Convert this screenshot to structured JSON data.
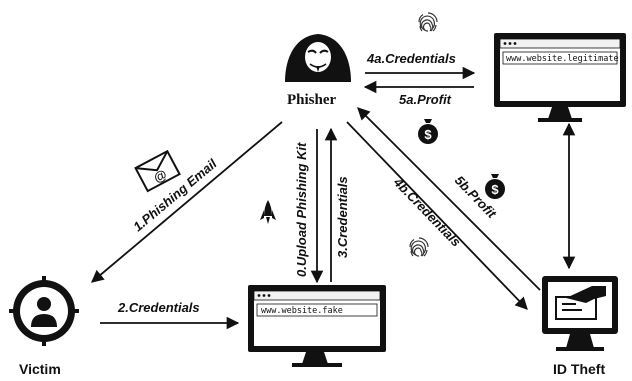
{
  "nodes": {
    "phisher": "Phisher",
    "victim": "Victim",
    "id_theft": "ID Theft",
    "fake_site_url": "www.website.fake",
    "legit_site_url": "www.website.legitimate"
  },
  "edges": {
    "phishing_email": "1.Phishing Email",
    "victim_credentials": "2.Credentials",
    "upload_kit": "0.Upload Phishing Kit",
    "fake_credentials": "3.Credentials",
    "legit_credentials": "4a.Credentials",
    "legit_profit": "5a.Profit",
    "idtheft_credentials": "4b.Credentials",
    "idtheft_profit": "5b.Profit"
  },
  "icons": [
    "hacker-icon",
    "victim-target-icon",
    "email-icon",
    "rocket-icon",
    "fingerprint-icon",
    "money-bag-icon",
    "monitor-icon",
    "id-theft-monitor-icon"
  ]
}
